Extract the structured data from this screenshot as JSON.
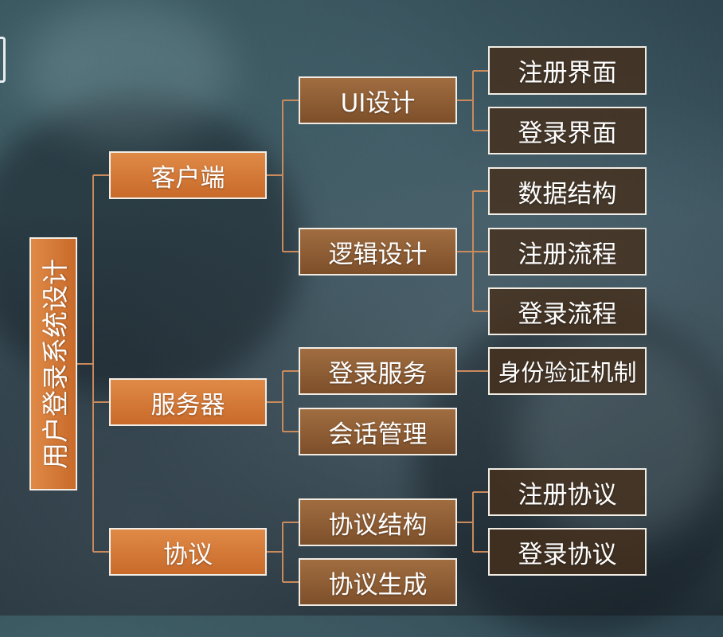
{
  "root": "用户登录系统设计",
  "level1": {
    "client": "客户端",
    "server": "服务器",
    "protocol": "协议"
  },
  "level2": {
    "ui_design": "UI设计",
    "logic_design": "逻辑设计",
    "login_service": "登录服务",
    "session_mgmt": "会话管理",
    "protocol_structure": "协议结构",
    "protocol_generation": "协议生成"
  },
  "level3": {
    "register_ui": "注册界面",
    "login_ui": "登录界面",
    "data_structure": "数据结构",
    "register_flow": "注册流程",
    "login_flow": "登录流程",
    "auth_mechanism": "身份验证机制",
    "register_protocol": "注册协议",
    "login_protocol": "登录协议"
  },
  "colors": {
    "level1_fill": "#d27b3a",
    "level2_fill": "#8f5e35",
    "level3_fill": "#46301c",
    "connector": "#c98a5c",
    "border": "#f1ece4"
  }
}
